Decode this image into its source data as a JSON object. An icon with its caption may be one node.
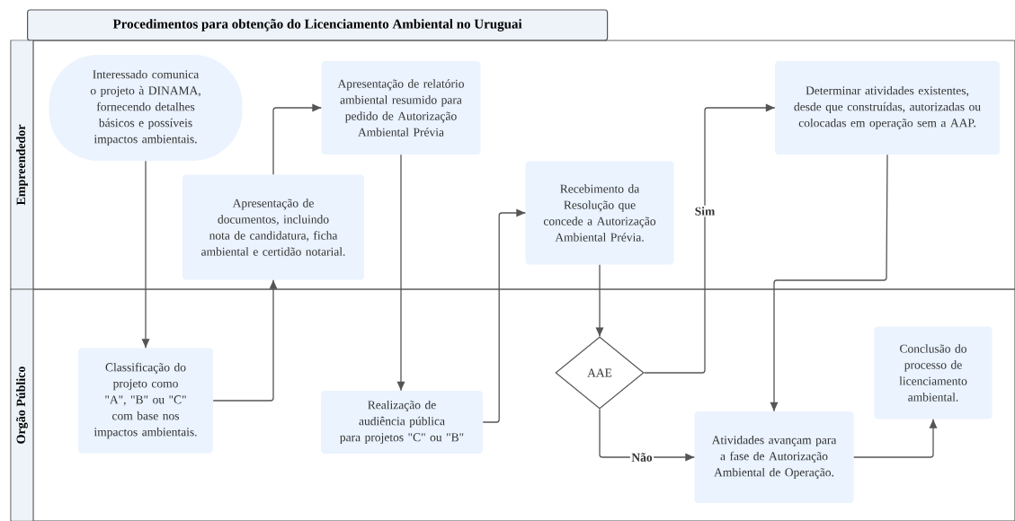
{
  "diagram": {
    "title": "Procedimentos para obtenção do Licenciamento Ambiental no Uruguai",
    "nodes": [
      {
        "text": [
          "Empreendedor"
        ]
      },
      {
        "text": [
          "Orgão Público"
        ]
      },
      {
        "text": [
          "Interessado comunica o projeto à DINAMA, fornecendo detalhes básicos e possíveis impactos ambientais."
        ],
        "in": 0
      },
      {
        "text": [
          "Apresentação de documentos, incluindo nota de candidatura, ficha ambiental e certidão notarial."
        ],
        "in": 0
      },
      {
        "text": [
          "Apresentação de relatório ambiental resumido para pedido de Autorização Ambiental Prévia"
        ],
        "in": 0
      },
      {
        "text": [
          "Recebimento da Resolução que concede a Autorização Ambiental Prévia."
        ],
        "in": 0
      },
      {
        "text": [
          "Determinar atividades existentes, desde que construídas, autorizadas ou colocadas em operação sem a AAP."
        ],
        "in": 0
      },
      {
        "text": [
          "Classificação do projeto como \"A\", \"B\" ou \"C\" com base nos impactos ambientais."
        ],
        "in": 1
      },
      {
        "text": [
          "Realização de audiência pública para projetos \"C\" ou \"B\""
        ],
        "in": 1
      },
      {
        "text": [
          "AAE"
        ],
        "in": 1
      },
      {
        "text": [
          "Atividades avançam para a fase de Autorização Ambiental de Operação."
        ],
        "in": 1
      },
      {
        "text": [
          "Conclusão do processo de licenciamento ambiental."
        ],
        "in": 1
      }
    ],
    "edges": [
      {
        "from": 2,
        "to": 7,
        "arrow": "to"
      },
      {
        "from": 7,
        "to": 3,
        "arrow": "to"
      },
      {
        "from": 3,
        "to": 4,
        "arrow": "to"
      },
      {
        "from": 4,
        "to": 8,
        "arrow": "to"
      },
      {
        "from": 8,
        "to": 5,
        "arrow": "to"
      },
      {
        "from": 5,
        "to": 9,
        "arrow": "to"
      },
      {
        "from": 9,
        "to": 6,
        "arrow": "to",
        "label": "Sim"
      },
      {
        "from": 9,
        "to": 10,
        "arrow": "to",
        "label": "Não"
      },
      {
        "from": 6,
        "to": 10,
        "arrow": "to"
      },
      {
        "from": 10,
        "to": 11,
        "arrow": "to"
      }
    ]
  }
}
